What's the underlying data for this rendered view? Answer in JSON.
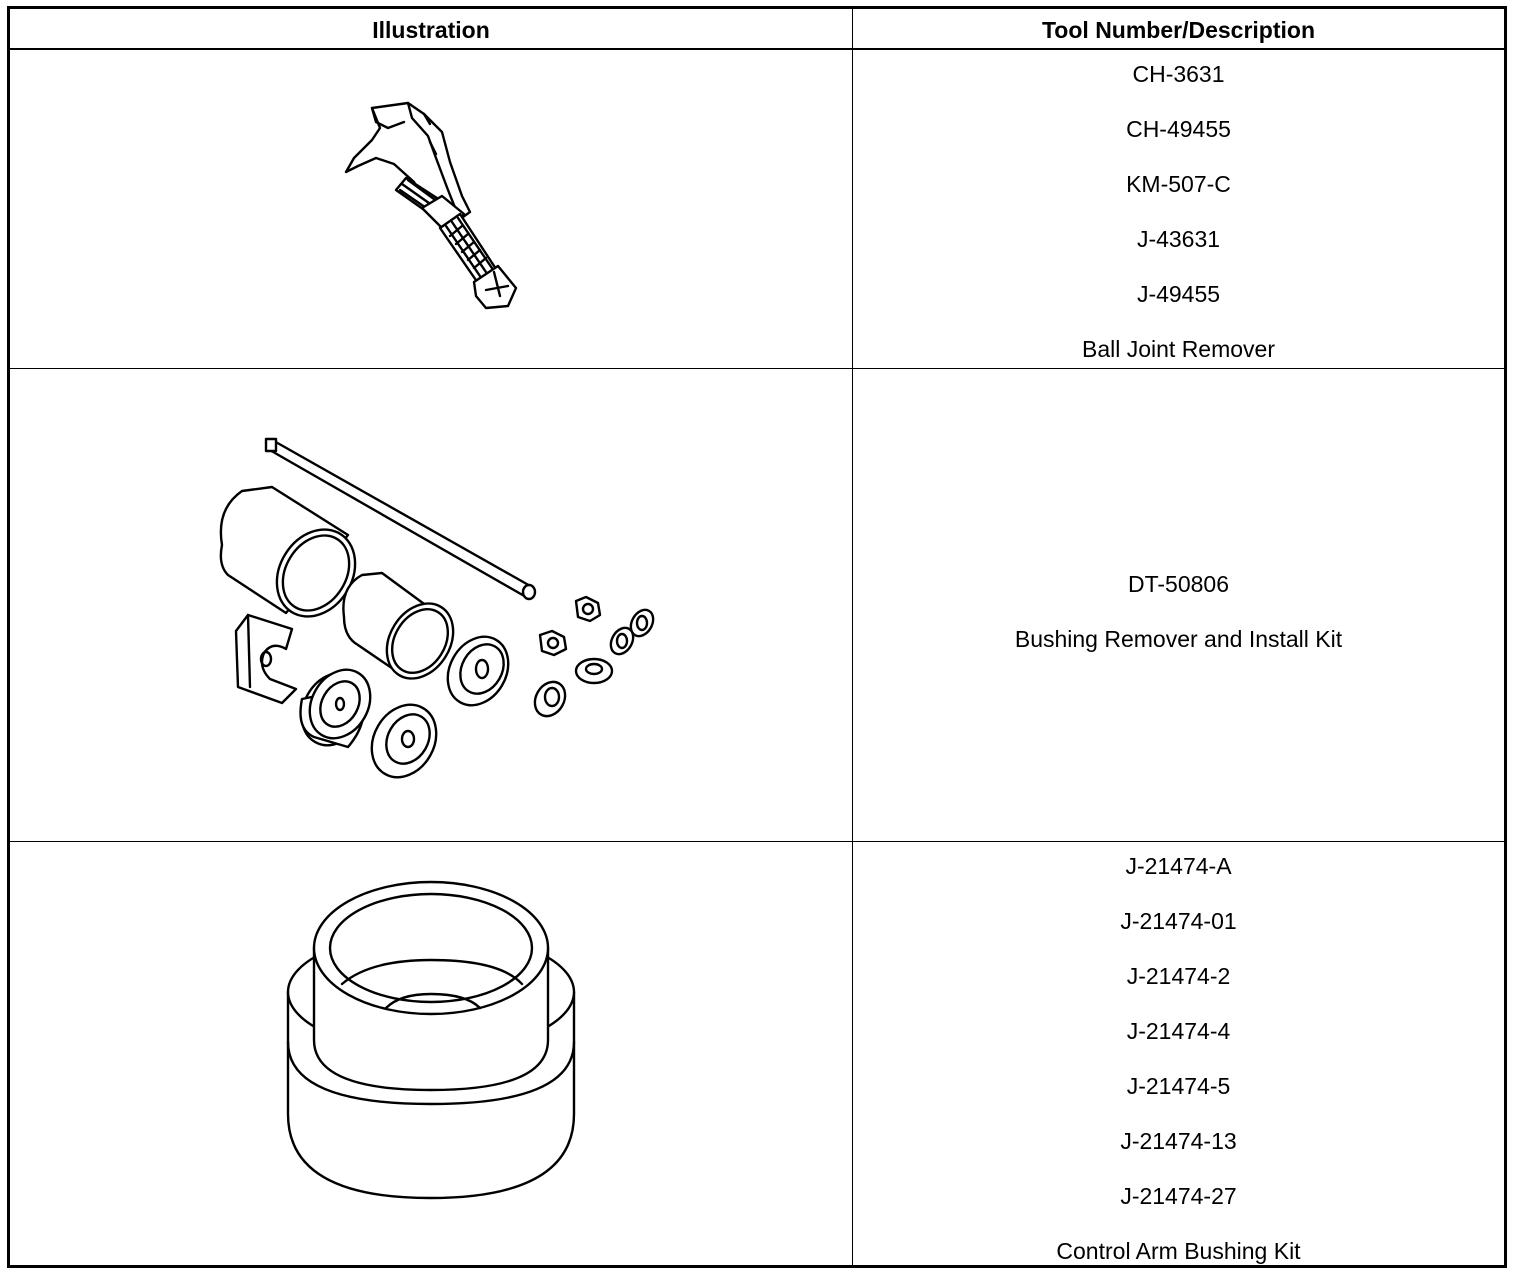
{
  "header": {
    "illustration": "Illustration",
    "tool": "Tool Number/Description"
  },
  "rows": [
    {
      "numbers": [
        "CH-3631",
        "CH-49455",
        "KM-507-C",
        "J-43631",
        "J-49455"
      ],
      "description": "Ball Joint Remover",
      "icon": "ball-joint-remover-illustration"
    },
    {
      "numbers": [
        "DT-50806"
      ],
      "description": "Bushing Remover and Install Kit",
      "icon": "bushing-kit-illustration"
    },
    {
      "numbers": [
        "J-21474-A",
        "J-21474-01",
        "J-21474-2",
        "J-21474-4",
        "J-21474-5",
        "J-21474-13",
        "J-21474-27"
      ],
      "description": "Control Arm Bushing Kit",
      "icon": "control-arm-bushing-receiver-illustration"
    }
  ]
}
